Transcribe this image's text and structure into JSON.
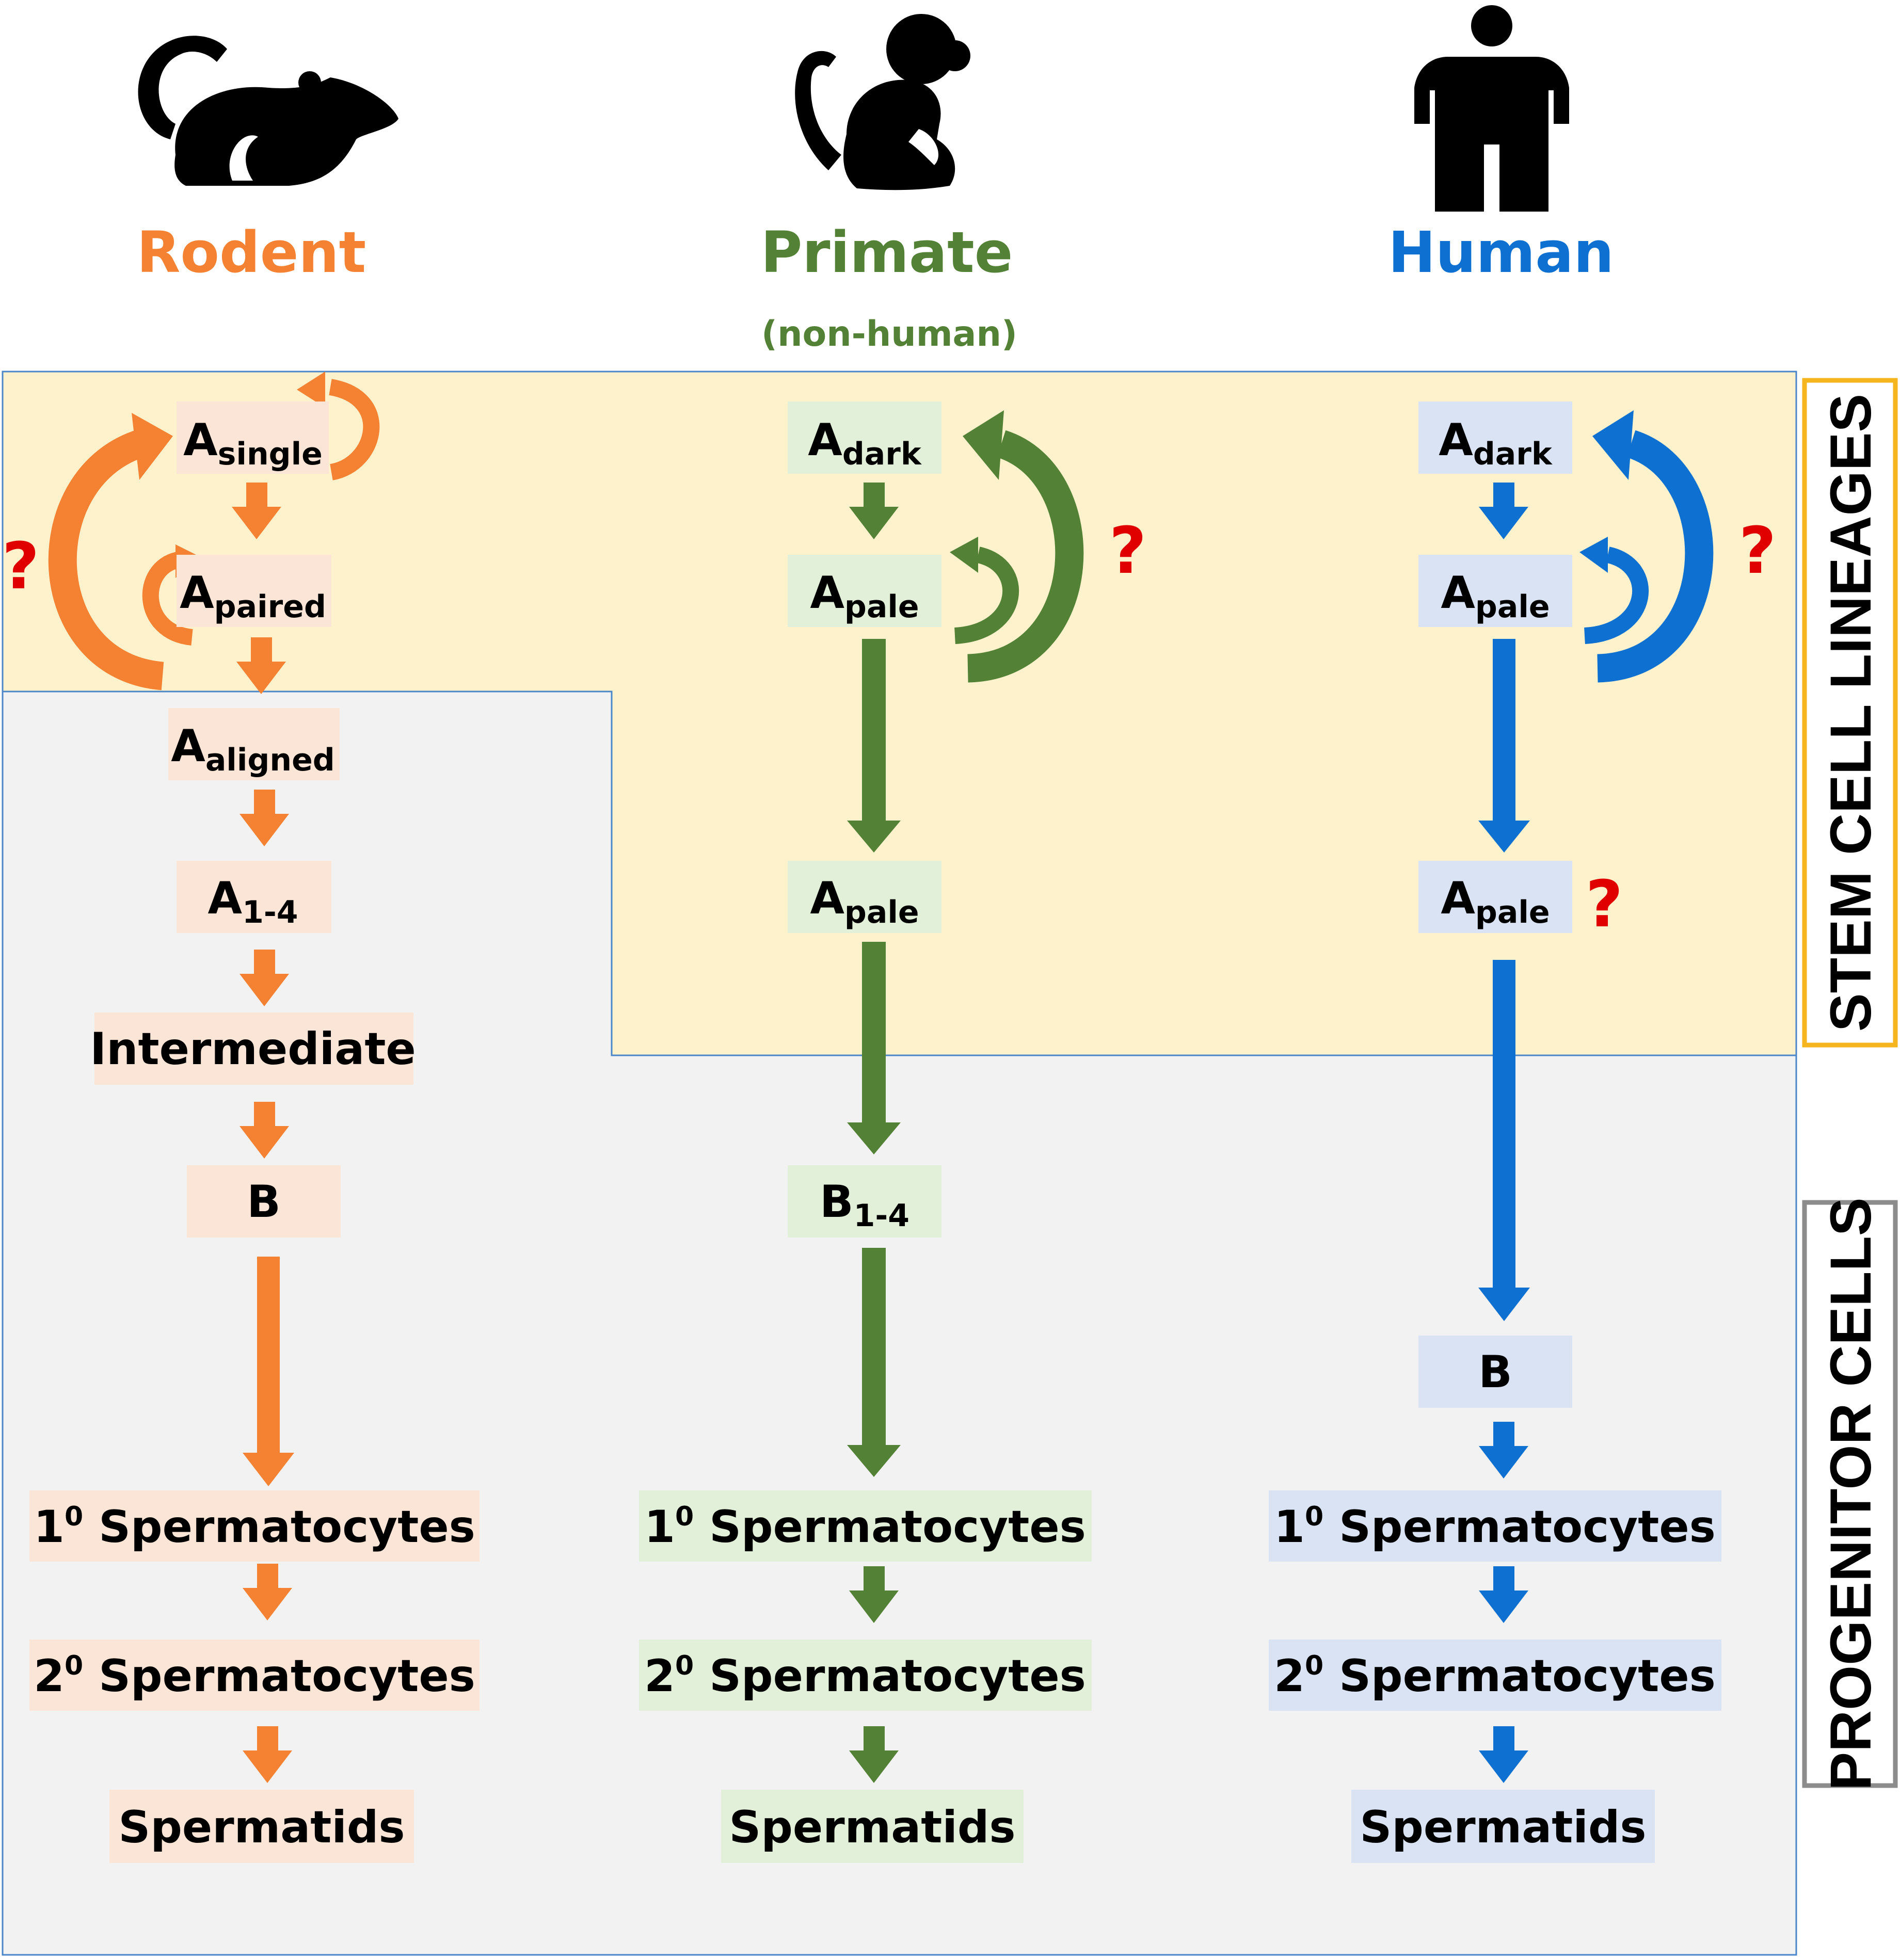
{
  "colors": {
    "rodent": "#F58232",
    "primate": "#538135",
    "human": "#0E70D1",
    "rodent_box": "#FBE5D6",
    "primate_box": "#E2F0D9",
    "human_box": "#DAE3F3",
    "stem_region": "#FDF2CC",
    "progenitor_region": "#F2F2F2",
    "question": "#E00000",
    "stem_border": "#F5B51E",
    "progenitor_border": "#8C8C8C"
  },
  "icons": [
    "mouse-icon",
    "monkey-icon",
    "human-icon"
  ],
  "headers": {
    "rodent": "Rodent",
    "primate": "Primate",
    "primate_sub": "(non-human)",
    "human": "Human"
  },
  "side_labels": {
    "stem": "STEM CELL LINEAGES",
    "progenitor": "PROGENITOR CELLS"
  },
  "question_mark": "?",
  "rodent": {
    "a_single": {
      "main": "A",
      "sub": "single"
    },
    "a_paired": {
      "main": "A",
      "sub": "paired"
    },
    "a_aligned": {
      "main": "A",
      "sub": "aligned"
    },
    "a_1_4": {
      "main": "A",
      "sub": "1-4"
    },
    "intermediate": "Intermediate",
    "b": "B",
    "spermatocytes_1": {
      "num": "1",
      "sup": "0",
      "text": " Spermatocytes"
    },
    "spermatocytes_2": {
      "num": "2",
      "sup": "0",
      "text": " Spermatocytes"
    },
    "spermatids": "Spermatids"
  },
  "primate": {
    "a_dark": {
      "main": "A",
      "sub": "dark"
    },
    "a_pale_1": {
      "main": "A",
      "sub": "pale"
    },
    "a_pale_2": {
      "main": "A",
      "sub": "pale"
    },
    "b_1_4": {
      "main": "B",
      "sub": "1-4"
    },
    "spermatocytes_1": {
      "num": "1",
      "sup": "0",
      "text": " Spermatocytes"
    },
    "spermatocytes_2": {
      "num": "2",
      "sup": "0",
      "text": " Spermatocytes"
    },
    "spermatids": "Spermatids"
  },
  "human": {
    "a_dark": {
      "main": "A",
      "sub": "dark"
    },
    "a_pale_1": {
      "main": "A",
      "sub": "pale"
    },
    "a_pale_2": {
      "main": "A",
      "sub": "pale"
    },
    "b": "B",
    "spermatocytes_1": {
      "num": "1",
      "sup": "0",
      "text": " Spermatocytes"
    },
    "spermatocytes_2": {
      "num": "2",
      "sup": "0",
      "text": " Spermatocytes"
    },
    "spermatids": "Spermatids"
  }
}
